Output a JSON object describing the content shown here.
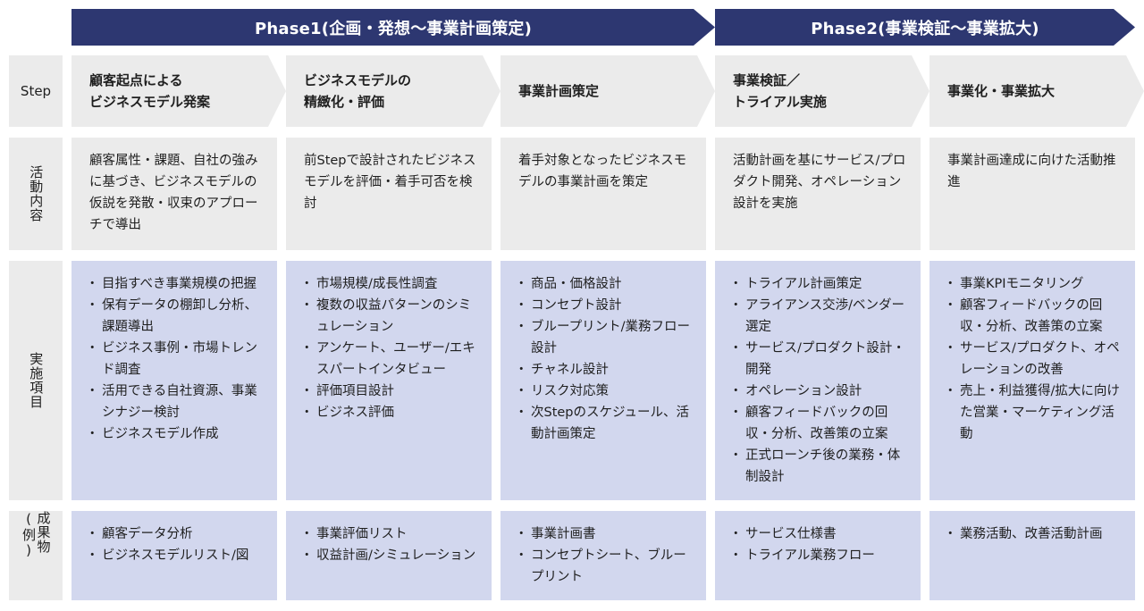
{
  "phases": {
    "p1": "Phase1(企画・発想〜事業計画策定)",
    "p2": "Phase2(事業検証〜事業拡大)"
  },
  "row_labels": {
    "step": "Step",
    "activity": "活動内容",
    "implementation": "実施項目",
    "deliverables": "成果物(例)"
  },
  "steps": [
    "顧客起点による\nビジネスモデル発案",
    "ビジネスモデルの\n精緻化・評価",
    "事業計画策定",
    "事業検証／\nトライアル実施",
    "事業化・事業拡大"
  ],
  "activities": [
    "顧客属性・課題、自社の強みに基づき、ビジネスモデルの仮説を発散・収束のアプローチで導出",
    "前Stepで設計されたビジネスモデルを評価・着手可否を検討",
    "着手対象となったビジネスモデルの事業計画を策定",
    "活動計画を基にサービス/プロダクト開発、オペレーション設計を実施",
    "事業計画達成に向けた活動推進"
  ],
  "implementation": [
    [
      "目指すべき事業規模の把握",
      "保有データの棚卸し分析、課題導出",
      "ビジネス事例・市場トレンド調査",
      "活用できる自社資源、事業シナジー検討",
      "ビジネスモデル作成"
    ],
    [
      "市場規模/成長性調査",
      "複数の収益パターンのシミュレーション",
      "アンケート、ユーザー/エキスパートインタビュー",
      "評価項目設計",
      "ビジネス評価"
    ],
    [
      "商品・価格設計",
      "コンセプト設計",
      "ブループリント/業務フロー設計",
      "チャネル設計",
      "リスク対応策",
      "次Stepのスケジュール、活動計画策定"
    ],
    [
      "トライアル計画策定",
      "アライアンス交渉/ベンダー選定",
      "サービス/プロダクト設計・開発",
      "オペレーション設計",
      "顧客フィードバックの回収・分析、改善策の立案",
      "正式ローンチ後の業務・体制設計"
    ],
    [
      "事業KPIモニタリング",
      "顧客フィードバックの回収・分析、改善策の立案",
      "サービス/プロダクト、オペレーションの改善",
      "売上・利益獲得/拡大に向けた営業・マーケティング活動"
    ]
  ],
  "deliverables": [
    [
      "顧客データ分析",
      "ビジネスモデルリスト/図"
    ],
    [
      "事業評価リスト",
      "収益計画/シミュレーション"
    ],
    [
      "事業計画書",
      "コンセプトシート、ブループリント"
    ],
    [
      "サービス仕様書",
      "トライアル業務フロー"
    ],
    [
      "業務活動、改善活動計画"
    ]
  ]
}
